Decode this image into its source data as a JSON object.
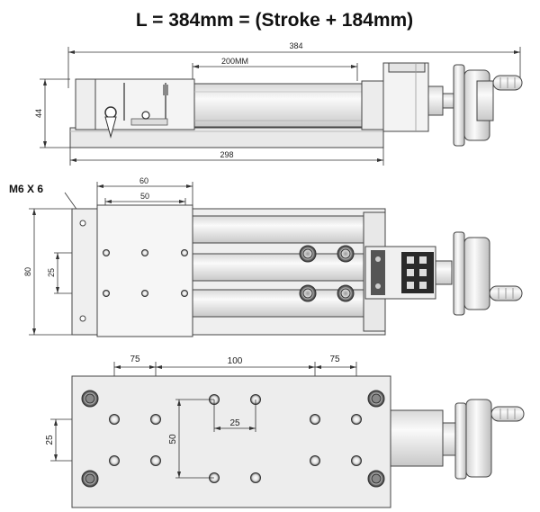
{
  "title": "L = 384mm = (Stroke + 184mm)",
  "top_view": {
    "dim_length": "384",
    "dim_stroke": "200MM",
    "dim_height": "44",
    "dim_base": "298"
  },
  "middle_view": {
    "callout": "M6 X 6",
    "dim_outer": "60",
    "dim_inner": "50",
    "dim_height": "80",
    "dim_spacing": "25"
  },
  "bottom_view": {
    "dim_left": "75",
    "dim_center": "100",
    "dim_right": "75",
    "dim_vertical": "25",
    "dim_pattern_h": "50",
    "dim_pattern_w": "25"
  },
  "colors": {
    "outline": "#444444",
    "body": "#f2f2f2",
    "shade": "#d6d6d6",
    "dark": "#555555"
  }
}
